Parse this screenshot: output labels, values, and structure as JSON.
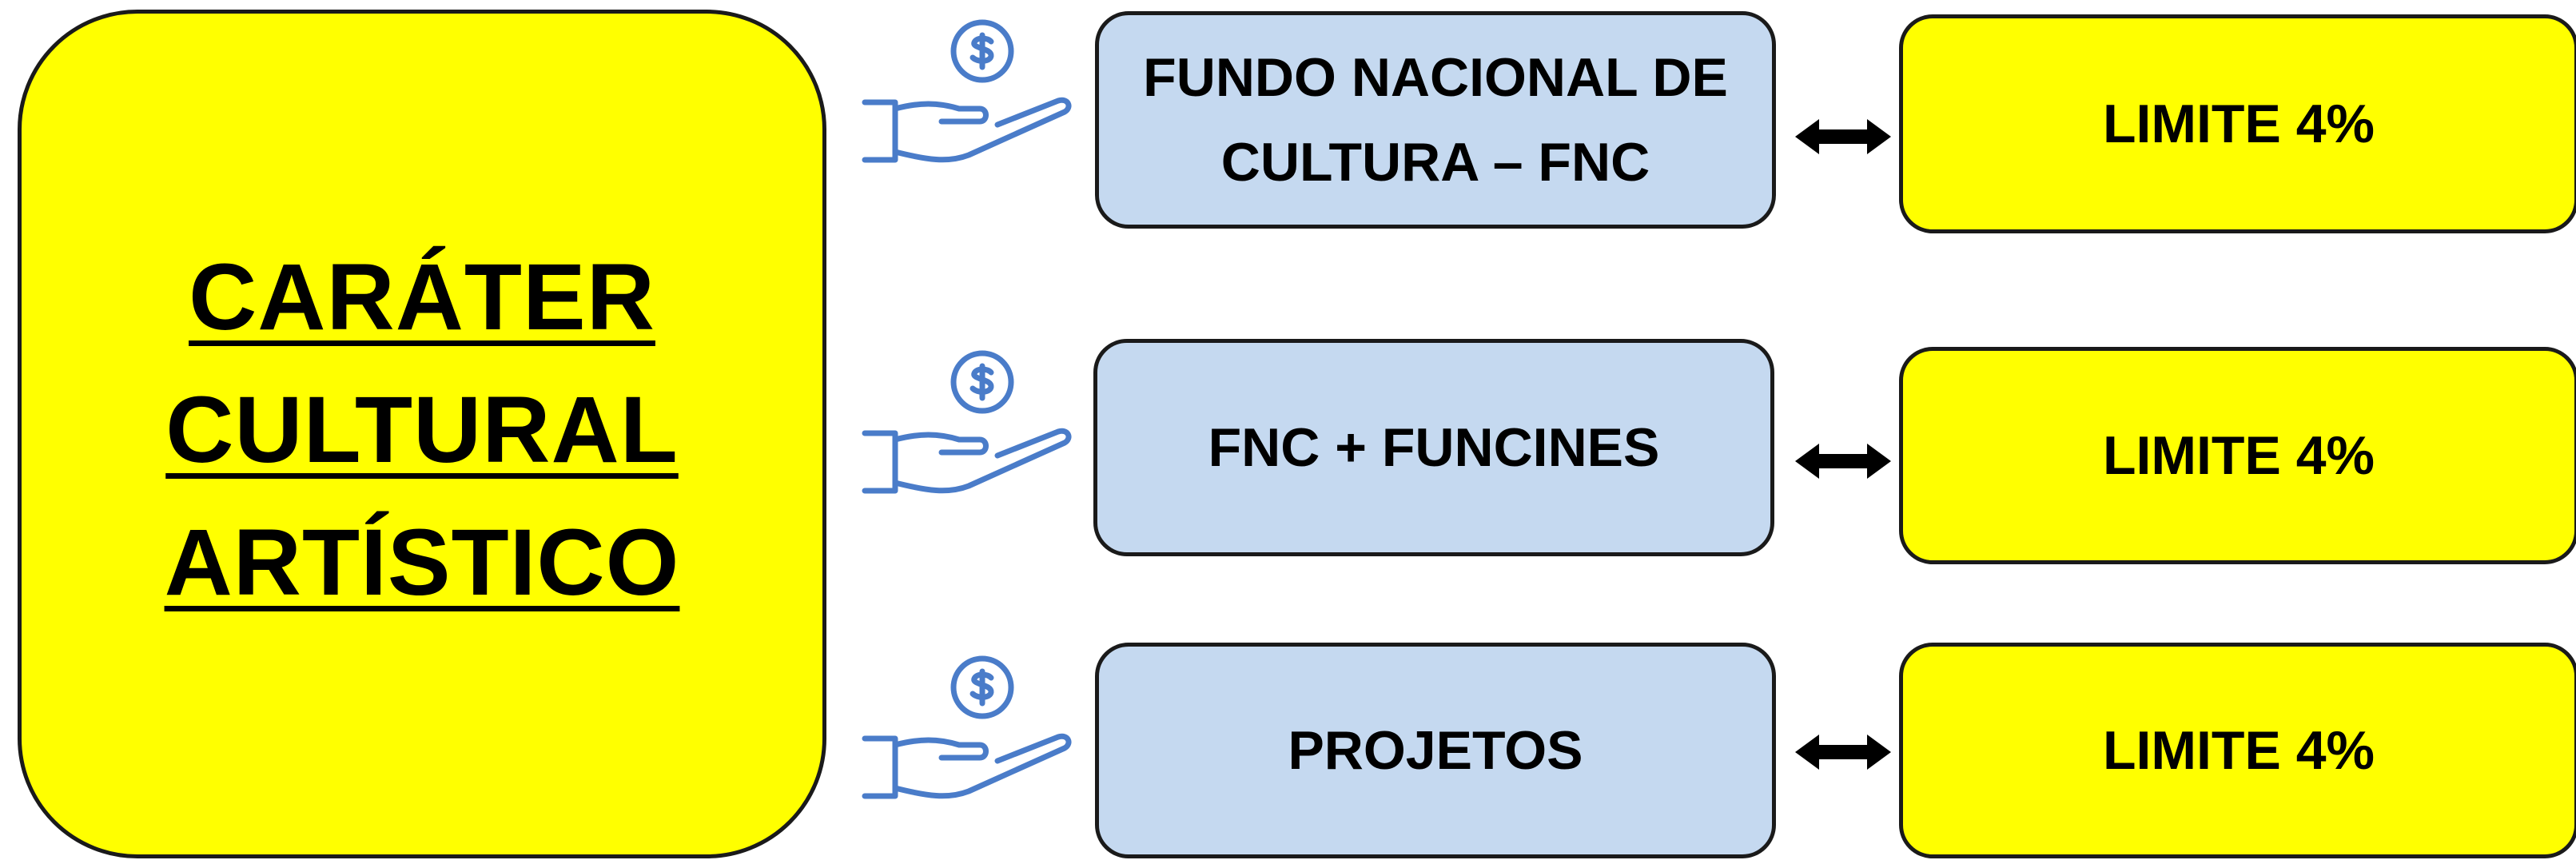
{
  "main": {
    "lines": [
      "CARÁTER",
      "CULTURAL",
      "ARTÍSTICO"
    ]
  },
  "rows": [
    {
      "lines": [
        "FUNDO NACIONAL DE",
        "CULTURA – FNC"
      ],
      "limit": "LIMITE 4%",
      "icon": "hand-money-icon"
    },
    {
      "lines": [
        "FNC + FUNCINES"
      ],
      "limit": "LIMITE 4%",
      "icon": "hand-money-icon"
    },
    {
      "lines": [
        "PROJETOS"
      ],
      "limit": "LIMITE 4%",
      "icon": "hand-money-icon"
    }
  ],
  "colors": {
    "main_box": "#ffff00",
    "mid_box": "#c5d9f0",
    "limit_box": "#ffff00",
    "icon": "#4a7cc9",
    "border": "#1a1a1a"
  }
}
